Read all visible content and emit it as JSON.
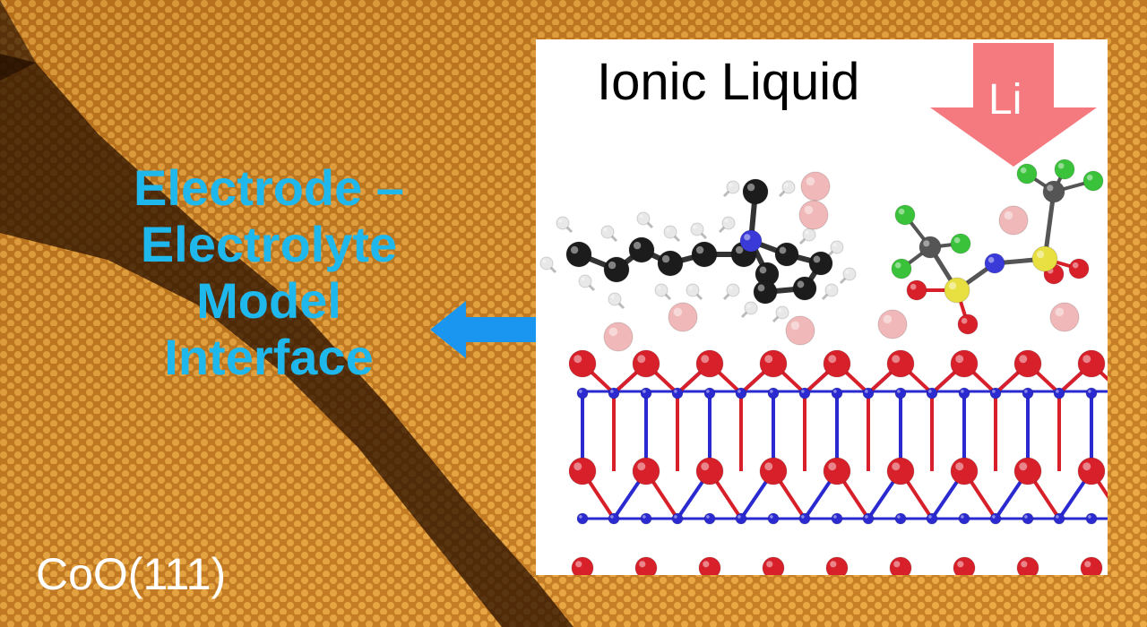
{
  "headline": {
    "line1": "Electrode –",
    "line2": "Electrolyte",
    "line3": "Model",
    "line4": "Interface"
  },
  "substrate": {
    "label": "CoO(111)"
  },
  "panel": {
    "title": "Ionic Liquid",
    "ion_label": "Li"
  },
  "colors": {
    "headline": "#1fb8ec",
    "arrow_link": "#1a96f0",
    "arrow_li": "#f47a80",
    "oxygen": "#d8202a",
    "cobalt": "#2a2ad0",
    "carbon": "#1c1c1c",
    "hydrogen": "#e8e8e8",
    "nitrogen": "#3a3ad8",
    "fluorine": "#3ac23a",
    "sulfur": "#e8e040",
    "lithium": "#f0b8b8",
    "stm_surface": "#c97a1e"
  },
  "icons": {
    "link": "double-arrow-icon",
    "ion_flow": "down-arrow-icon"
  }
}
